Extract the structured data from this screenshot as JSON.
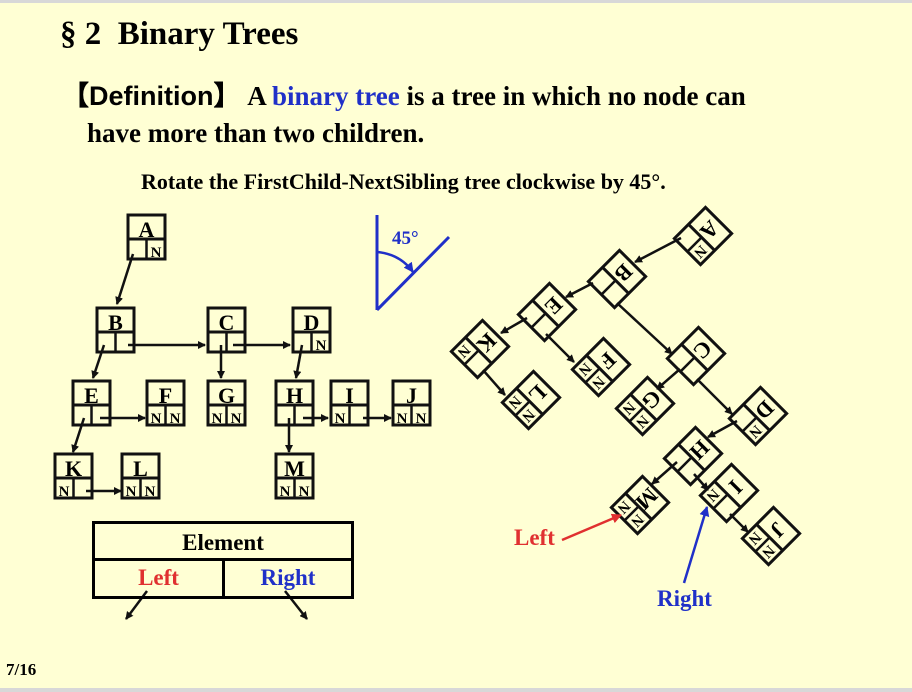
{
  "slide": {
    "title": "§ 2  Binary Trees",
    "definition": {
      "label": "【Definition】",
      "prefix": " A ",
      "term": "binary tree",
      "suffix": " is a tree in which no node can",
      "line2": "have more than two children."
    },
    "subtitle": "Rotate the FirstChild-NextSibling tree clockwise by 45°.",
    "angle_label": "45°",
    "page_number": "7/16"
  },
  "left_tree": {
    "nodes": [
      {
        "id": "A",
        "left": "",
        "right": "N"
      },
      {
        "id": "B",
        "left": "",
        "right": ""
      },
      {
        "id": "C",
        "left": "",
        "right": ""
      },
      {
        "id": "D",
        "left": "",
        "right": "N"
      },
      {
        "id": "E",
        "left": "",
        "right": ""
      },
      {
        "id": "F",
        "left": "N",
        "right": "N"
      },
      {
        "id": "G",
        "left": "N",
        "right": "N"
      },
      {
        "id": "H",
        "left": "",
        "right": ""
      },
      {
        "id": "I",
        "left": "N",
        "right": ""
      },
      {
        "id": "J",
        "left": "N",
        "right": "N"
      },
      {
        "id": "K",
        "left": "N",
        "right": ""
      },
      {
        "id": "L",
        "left": "N",
        "right": "N"
      },
      {
        "id": "M",
        "left": "N",
        "right": "N"
      }
    ]
  },
  "node_structure": {
    "element": "Element",
    "left": "Left",
    "right": "Right"
  },
  "right_tree": {
    "left_label": "Left",
    "right_label": "Right"
  },
  "colors": {
    "background": "#ffffd4",
    "blue": "#2030c8",
    "red": "#e03030"
  }
}
